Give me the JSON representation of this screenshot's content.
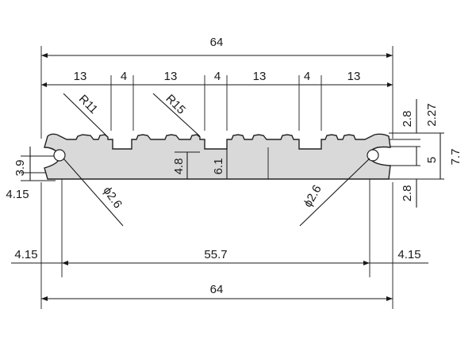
{
  "drawing": {
    "overall_width_top": "64",
    "top_segments": [
      "13",
      "4",
      "13",
      "4",
      "13",
      "4",
      "13"
    ],
    "radius_left": "R11",
    "radius_mid": "R15",
    "right_dims": [
      "2.8",
      "2.27",
      "5",
      "7.7",
      "2.8"
    ],
    "left_dims": [
      "3.9",
      "4.15"
    ],
    "inner_heights": [
      "4.8",
      "6.1"
    ],
    "hole_left": "ϕ2.6",
    "hole_right": "ϕ2.6",
    "bottom_left": "4.15",
    "bottom_mid": "55.7",
    "bottom_right": "4.15",
    "overall_width_bottom": "64"
  }
}
